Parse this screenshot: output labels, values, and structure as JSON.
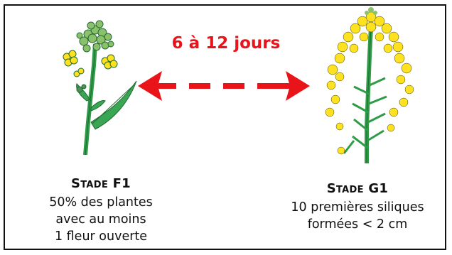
{
  "duration_label": "6 à 12 jours",
  "colors": {
    "accent_red": "#e8141a",
    "flower_yellow": "#ffe21f",
    "stem_green": "#2e9b46",
    "bud_green": "#8cc06a"
  },
  "stage_f1": {
    "title": "Stade F1",
    "lines": [
      "50% des plantes",
      "avec au moins",
      "1 fleur ouverte"
    ]
  },
  "stage_g1": {
    "title": "Stade G1",
    "lines": [
      "10 premières siliques",
      "formées < 2 cm"
    ]
  }
}
